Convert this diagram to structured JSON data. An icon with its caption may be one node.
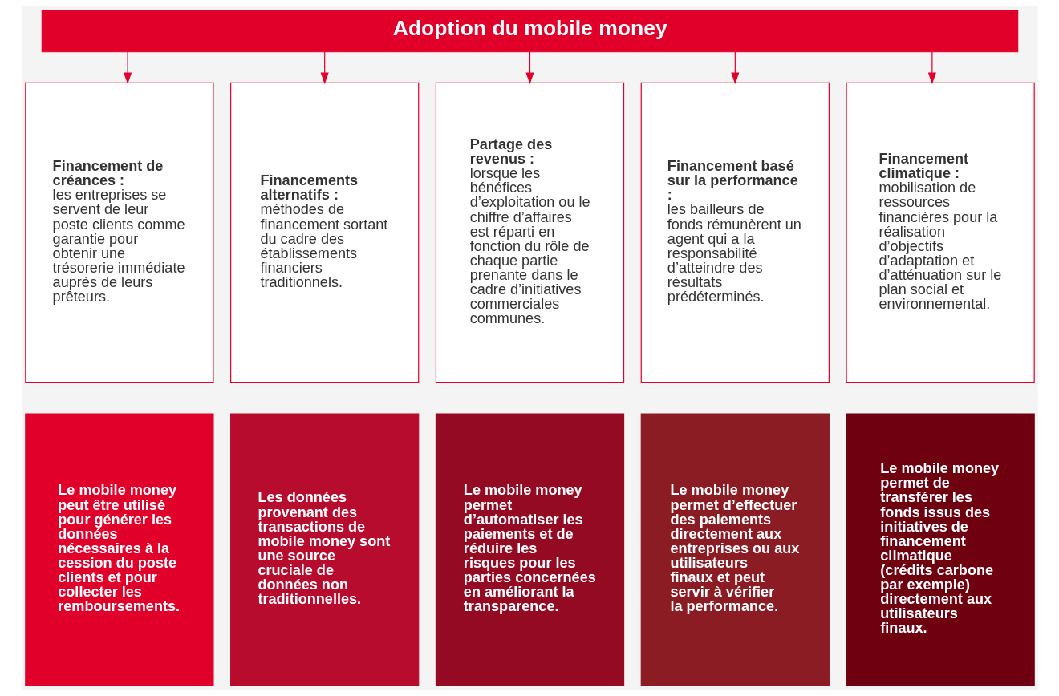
{
  "diagram": {
    "nodes": [
      {
        "text": [
          "Adoption du mobile money"
        ]
      },
      {
        "text": [
          "Financement de créances :",
          "les entreprises se servent de leur poste clients comme garantie pour obtenir une trésorerie immédiate auprès de leurs prêteurs."
        ]
      },
      {
        "text": [
          "Financements alternatifs :",
          "méthodes de financement sortant du cadre des établissements financiers traditionnels."
        ]
      },
      {
        "text": [
          "Partage des revenus :",
          "lorsque les bénéfices d’exploitation ou le chiffre d’affaires est réparti en fonction du rôle de chaque partie prenante dans le cadre d’initiatives commerciales communes."
        ]
      },
      {
        "text": [
          "Financement basé sur la performance :",
          "les bailleurs de fonds rémunèrent un agent qui a la responsabilité d’atteindre des résultats prédéterminés."
        ]
      },
      {
        "text": [
          "Financement climatique :",
          "mobilisation de ressources financières pour la réalisation d’objectifs d’adaptation et d’atténuation sur le plan social et environnemental."
        ]
      },
      {
        "text": [
          "Le mobile money peut être utilisé pour générer les données nécessaires à la cession du poste clients et pour collecter les remboursements."
        ]
      },
      {
        "text": [
          "Les données provenant des transactions de mobile money sont une source cruciale de données non traditionnelles."
        ]
      },
      {
        "text": [
          "Le mobile money permet d’automatiser les paiements et de réduire les risques pour les parties concernées en améliorant la transparence."
        ]
      },
      {
        "text": [
          "Le mobile money permet d’effectuer des paiements directement aux entreprises ou aux utilisateurs finaux et peut servir à vérifier la performance."
        ]
      },
      {
        "text": [
          "Le mobile money permet de transférer les fonds issus des initiatives de financement climatique (crédits carbone par exemple) directement aux utilisateurs finaux."
        ]
      }
    ],
    "edges": [
      {
        "from": 0,
        "to": 1,
        "arrow": "to"
      },
      {
        "from": 0,
        "to": 2,
        "arrow": "to"
      },
      {
        "from": 0,
        "to": 3,
        "arrow": "to"
      },
      {
        "from": 0,
        "to": 4,
        "arrow": "to"
      },
      {
        "from": 0,
        "to": 5,
        "arrow": "to"
      }
    ]
  }
}
